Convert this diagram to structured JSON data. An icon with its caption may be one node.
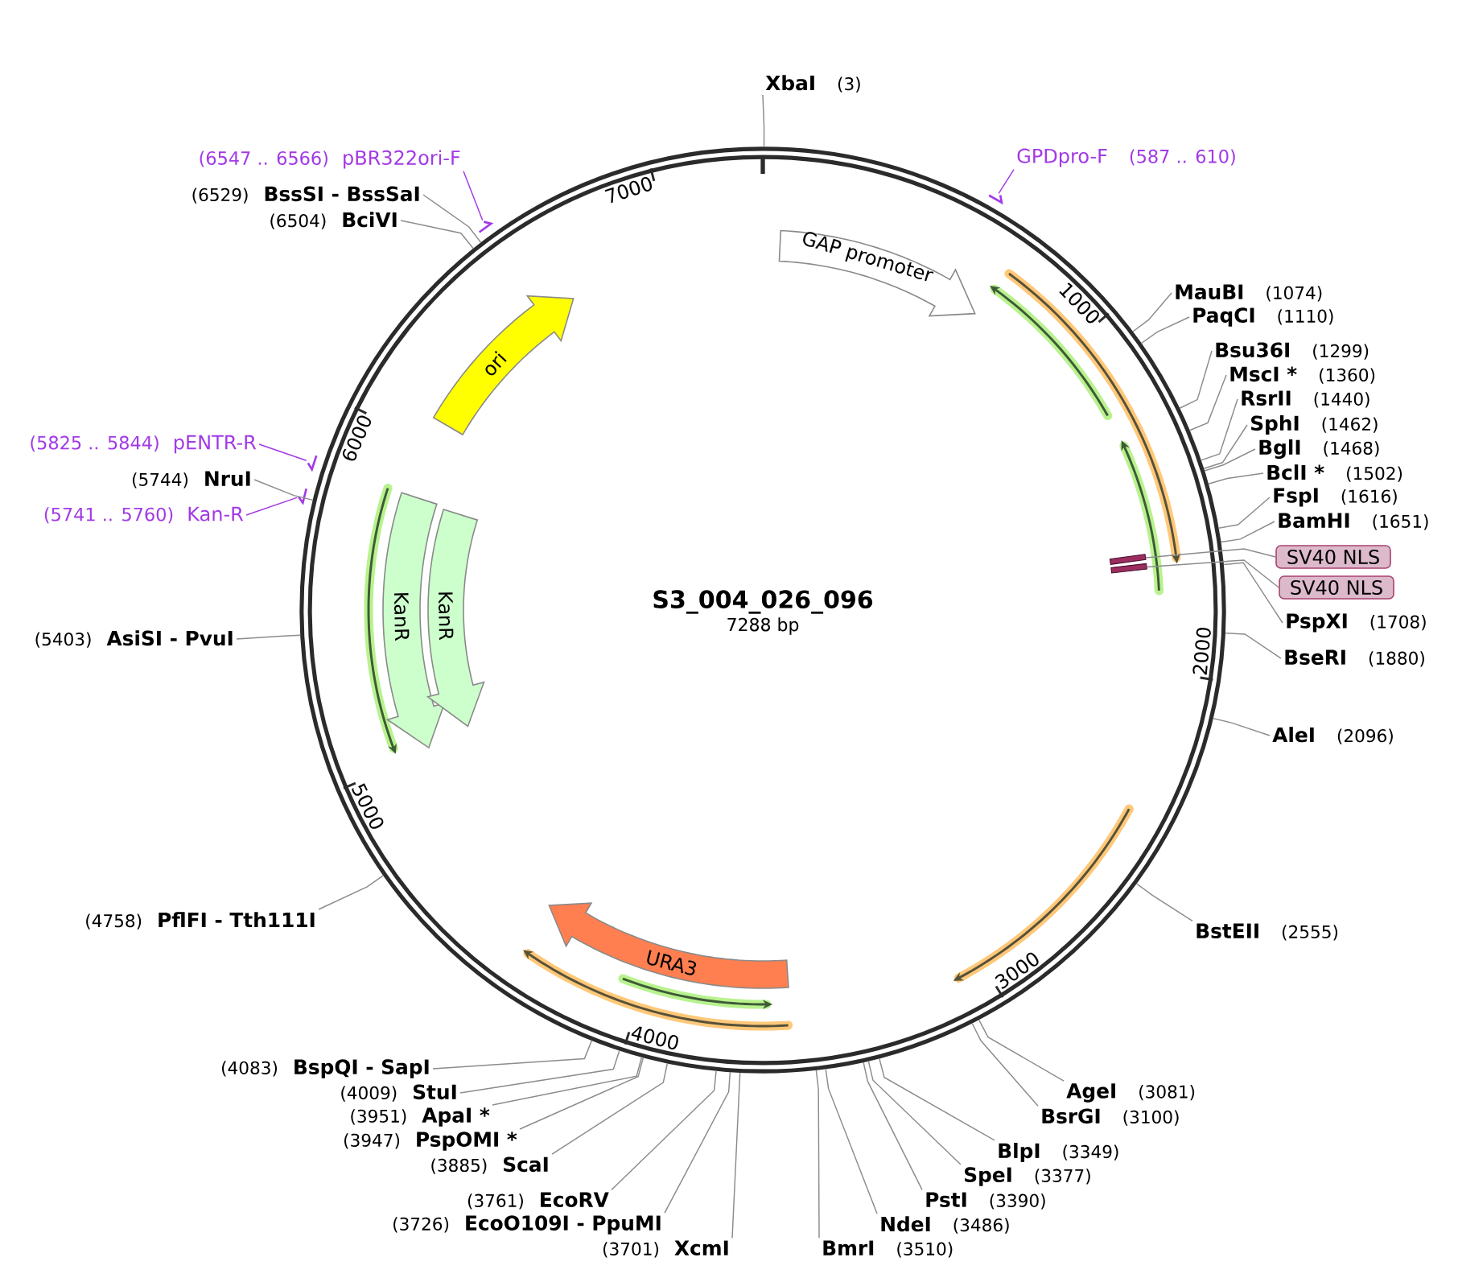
{
  "diagram": {
    "title": "S3_004_026_096",
    "nodes": [
      {
        "text": [],
        "shape": "circle"
      },
      {
        "text": [
          "XbaI",
          "(3)"
        ]
      },
      {
        "text": [
          "(6547 .. 6566)",
          "pBR322ori-F"
        ]
      },
      {
        "text": [
          "GPDpro-F",
          "(587 .. 610)"
        ]
      },
      {
        "text": [
          "(6529)",
          "BssSI - BssSaI"
        ]
      },
      {
        "text": [
          "(6504)",
          "BciVI"
        ]
      },
      {
        "text": [
          "MauBI",
          "(1074)"
        ]
      },
      {
        "text": [
          "PaqCI",
          "(1110)"
        ]
      },
      {
        "text": [
          "Bsu36I",
          "(1299)"
        ]
      },
      {
        "text": [
          "MscI *",
          "(1360)"
        ]
      },
      {
        "text": [
          "RsrII",
          "(1440)"
        ]
      },
      {
        "text": [
          "SphI",
          "(1462)"
        ]
      },
      {
        "text": [
          "BglI",
          "(1468)"
        ]
      },
      {
        "text": [
          "BclI *",
          "(1502)"
        ]
      },
      {
        "text": [
          "FspI",
          "(1616)"
        ]
      },
      {
        "text": [
          "BamHI",
          "(1651)"
        ]
      },
      {
        "text": [
          "SV40 NLS"
        ]
      },
      {
        "text": [
          "SV40 NLS"
        ]
      },
      {
        "text": [
          "PspXI",
          "(1708)"
        ]
      },
      {
        "text": [
          "BseRI",
          "(1880)"
        ]
      },
      {
        "text": [
          "AleI",
          "(2096)"
        ]
      },
      {
        "text": [
          "(5825 .. 5844)",
          "pENTR-R"
        ]
      },
      {
        "text": [
          "(5744)",
          "NruI"
        ]
      },
      {
        "text": [
          "(5741 .. 5760)",
          "Kan-R"
        ]
      },
      {
        "text": [
          "(5403)",
          "AsiSI - PvuI"
        ]
      },
      {
        "text": [
          "(4758)",
          "PflFI - Tth111I"
        ]
      },
      {
        "text": [
          "BstEII",
          "(2555)"
        ]
      },
      {
        "text": [
          "(4083)",
          "BspQI - SapI"
        ]
      },
      {
        "text": [
          "(4009)",
          "StuI"
        ]
      },
      {
        "text": [
          "(3951)",
          "ApaI *"
        ]
      },
      {
        "text": [
          "(3947)",
          "PspOMI *"
        ]
      },
      {
        "text": [
          "(3885)",
          "ScaI"
        ]
      },
      {
        "text": [
          "AgeI",
          "(3081)"
        ]
      },
      {
        "text": [
          "BsrGI",
          "(3100)"
        ]
      },
      {
        "text": [
          "BlpI",
          "(3349)"
        ]
      },
      {
        "text": [
          "SpeI",
          "(3377)"
        ]
      },
      {
        "text": [
          "(3761)",
          "EcoRV"
        ]
      },
      {
        "text": [
          "PstI",
          "(3390)"
        ]
      },
      {
        "text": [
          "(3726)",
          "EcoO109I - PpuMI"
        ]
      },
      {
        "text": [
          "NdeI",
          "(3486)"
        ]
      },
      {
        "text": [
          "(3701)",
          "XcmI"
        ]
      },
      {
        "text": [
          "BmrI",
          "(3510)"
        ]
      },
      {
        "text": [
          "GAP promoter"
        ],
        "in": 0
      },
      {
        "text": [
          "ori"
        ],
        "in": 0
      },
      {
        "text": [
          "KanR"
        ],
        "in": 0
      },
      {
        "text": [
          "KanR"
        ],
        "in": 0
      },
      {
        "text": [
          "URA3"
        ],
        "in": 0
      },
      {
        "text": [],
        "shape": "arrow"
      },
      {
        "text": [],
        "shape": "arrow"
      },
      {
        "text": [],
        "shape": "arrow"
      },
      {
        "text": [],
        "shape": "arrow"
      },
      {
        "text": [],
        "shape": "bar",
        "in": 0
      },
      {
        "text": [],
        "shape": "bar",
        "in": 0
      }
    ],
    "edges": [
      {
        "from": 1,
        "to": 0,
        "arrow": "none"
      },
      {
        "from": 2,
        "to": 48,
        "arrow": "none",
        "color": "#a23ae6"
      },
      {
        "from": 3,
        "to": 47,
        "arrow": "none",
        "color": "#a23ae6"
      },
      {
        "from": 4,
        "to": 0,
        "arrow": "none"
      },
      {
        "from": 5,
        "to": 0,
        "arrow": "none"
      },
      {
        "from": 6,
        "to": 0,
        "arrow": "none"
      },
      {
        "from": 7,
        "to": 0,
        "arrow": "none"
      },
      {
        "from": 8,
        "to": 0,
        "arrow": "none"
      },
      {
        "from": 9,
        "to": 0,
        "arrow": "none"
      },
      {
        "from": 10,
        "to": 0,
        "arrow": "none"
      },
      {
        "from": 11,
        "to": 0,
        "arrow": "none"
      },
      {
        "from": 12,
        "to": 0,
        "arrow": "none"
      },
      {
        "from": 13,
        "to": 0,
        "arrow": "none"
      },
      {
        "from": 14,
        "to": 0,
        "arrow": "none"
      },
      {
        "from": 15,
        "to": 0,
        "arrow": "none"
      },
      {
        "from": 16,
        "to": 51,
        "arrow": "none"
      },
      {
        "from": 17,
        "to": 52,
        "arrow": "none"
      },
      {
        "from": 18,
        "to": 0,
        "arrow": "none"
      },
      {
        "from": 19,
        "to": 0,
        "arrow": "none"
      },
      {
        "from": 20,
        "to": 0,
        "arrow": "none"
      },
      {
        "from": 21,
        "to": 49,
        "arrow": "none",
        "color": "#a23ae6"
      },
      {
        "from": 22,
        "to": 0,
        "arrow": "none"
      },
      {
        "from": 23,
        "to": 50,
        "arrow": "none",
        "color": "#a23ae6"
      },
      {
        "from": 24,
        "to": 0,
        "arrow": "none"
      },
      {
        "from": 25,
        "to": 0,
        "arrow": "none"
      },
      {
        "from": 26,
        "to": 0,
        "arrow": "none"
      },
      {
        "from": 27,
        "to": 0,
        "arrow": "none"
      },
      {
        "from": 28,
        "to": 0,
        "arrow": "none"
      },
      {
        "from": 29,
        "to": 0,
        "arrow": "none"
      },
      {
        "from": 30,
        "to": 0,
        "arrow": "none"
      },
      {
        "from": 31,
        "to": 0,
        "arrow": "none"
      },
      {
        "from": 32,
        "to": 0,
        "arrow": "none"
      },
      {
        "from": 33,
        "to": 0,
        "arrow": "none"
      },
      {
        "from": 34,
        "to": 0,
        "arrow": "none"
      },
      {
        "from": 35,
        "to": 0,
        "arrow": "none"
      },
      {
        "from": 36,
        "to": 0,
        "arrow": "none"
      },
      {
        "from": 37,
        "to": 0,
        "arrow": "none"
      },
      {
        "from": 38,
        "to": 0,
        "arrow": "none"
      },
      {
        "from": 39,
        "to": 0,
        "arrow": "none"
      },
      {
        "from": 40,
        "to": 0,
        "arrow": "none"
      },
      {
        "from": 41,
        "to": 0,
        "arrow": "none"
      }
    ],
    "labels": [
      "7288 bp",
      "1000",
      "2000",
      "3000",
      "4000",
      "5000",
      "6000",
      "7000"
    ]
  }
}
